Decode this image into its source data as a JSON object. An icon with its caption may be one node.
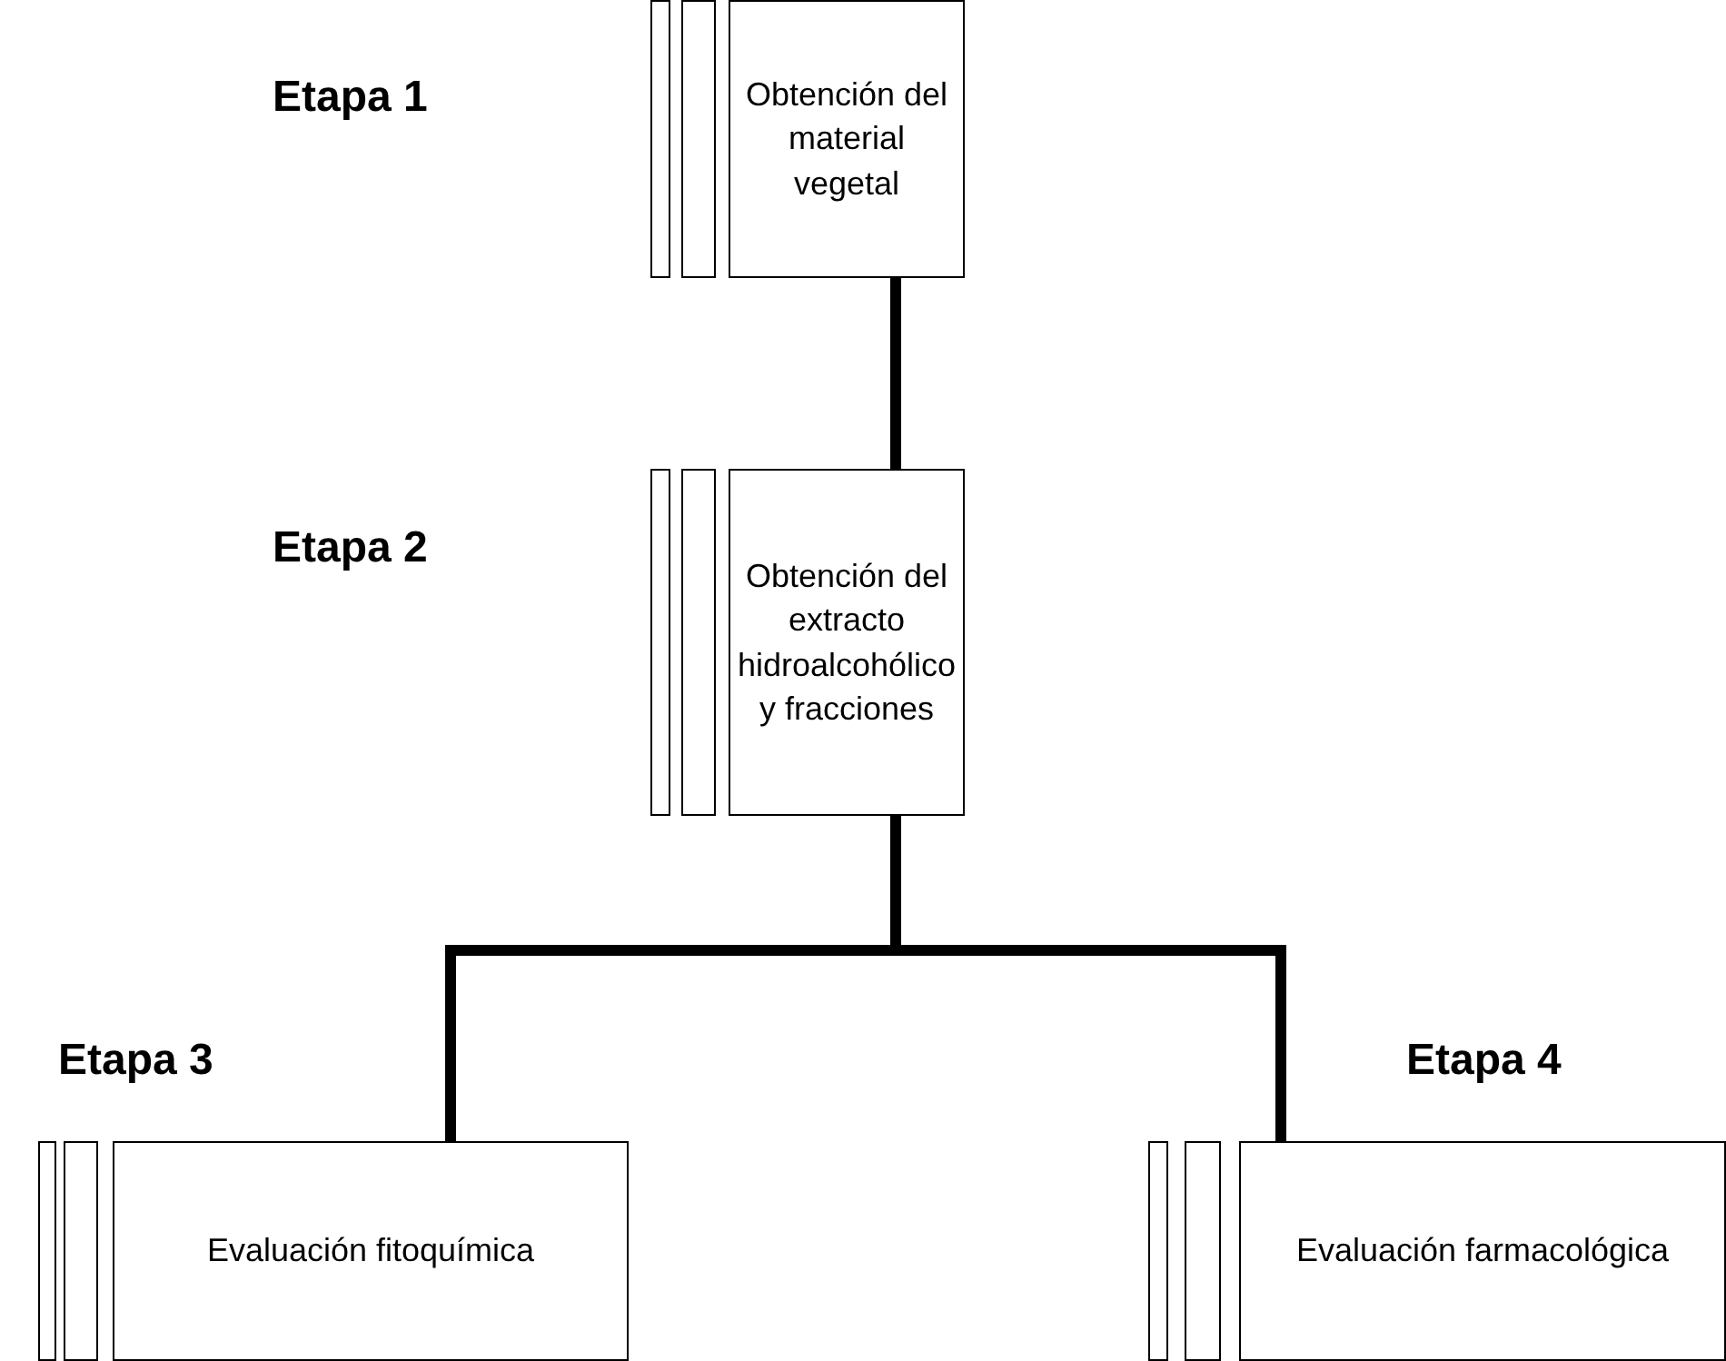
{
  "diagram": {
    "nodes": [
      {
        "text": [
          "Obtención del material vegetal"
        ]
      },
      {
        "text": [
          "Obtención del extracto hidroalcohólico y fracciones"
        ]
      },
      {
        "text": [
          "Evaluación fitoquímica"
        ]
      },
      {
        "text": [
          "Evaluación farmacológica"
        ]
      }
    ],
    "edges": [
      {
        "from": 0,
        "to": 1,
        "arrow": "none"
      },
      {
        "from": 1,
        "to": 2,
        "arrow": "none"
      },
      {
        "from": 1,
        "to": 3,
        "arrow": "none"
      }
    ],
    "labels": [
      "Etapa 1",
      "Etapa 2",
      "Etapa 3",
      "Etapa 4"
    ]
  }
}
